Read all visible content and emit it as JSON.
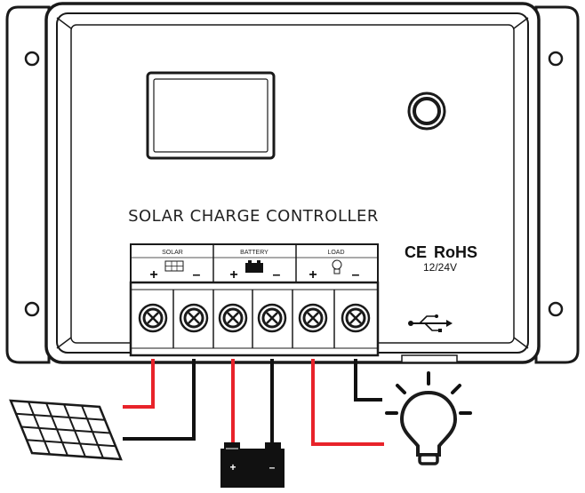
{
  "device": {
    "title": "SOLAR CHARGE CONTROLLER",
    "certifications": {
      "ce": "CE",
      "rohs": "RoHS"
    },
    "voltage": "12/24V",
    "usb_icon": "usb-icon"
  },
  "terminals": [
    {
      "label": "SOLAR",
      "icon": "solar-panel-icon",
      "plus": "+",
      "minus": "–"
    },
    {
      "label": "BATTERY",
      "icon": "battery-icon",
      "plus": "+",
      "minus": "–"
    },
    {
      "label": "LOAD",
      "icon": "bulb-icon",
      "plus": "+",
      "minus": "–"
    }
  ],
  "battery": {
    "plus": "+",
    "minus": "–"
  },
  "colors": {
    "positive": "#e8232a",
    "negative": "#111111",
    "outline": "#1a1a1a"
  }
}
